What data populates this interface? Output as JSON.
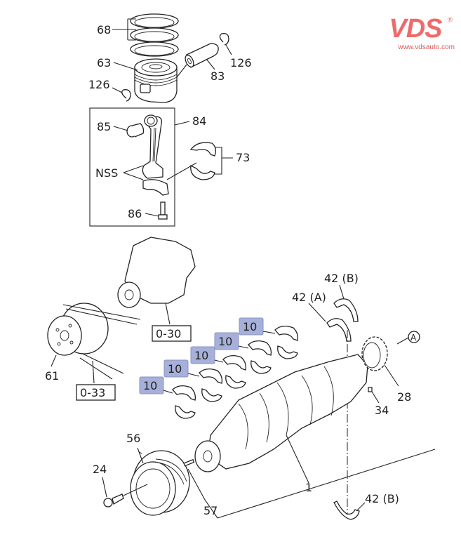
{
  "brand": {
    "logo_text": "VDS",
    "registered_mark": "®",
    "url": "www.vdsauto.com",
    "color": "#ef6a6a"
  },
  "highlight_color": "#a7b0d9",
  "callouts": {
    "piston_rings": "68",
    "piston": "63",
    "piston_pin": "83",
    "snap_ring_right": "126",
    "snap_ring_left": "126",
    "connecting_rod_assembly": "84",
    "bushing": "85",
    "nss": "NSS",
    "rod_bearings": "73",
    "rod_bolt": "86",
    "thrust_washer_b_top": "42 (B)",
    "thrust_washer_a": "42 (A)",
    "main_bearing_1": "10",
    "main_bearing_2": "10",
    "main_bearing_3": "10",
    "main_bearing_4": "10",
    "main_bearing_5": "10",
    "ref_water_pump": "0-30",
    "ref_belt": "0-33",
    "fan_pulley": "61",
    "circle_ref": "A",
    "timing_gear": "28",
    "key_pin": "34",
    "crank_pulley": "56",
    "pulley_bolt": "24",
    "dowel_pin": "57",
    "crankshaft": "1",
    "thrust_washer_b_bottom": "42 (B)"
  }
}
